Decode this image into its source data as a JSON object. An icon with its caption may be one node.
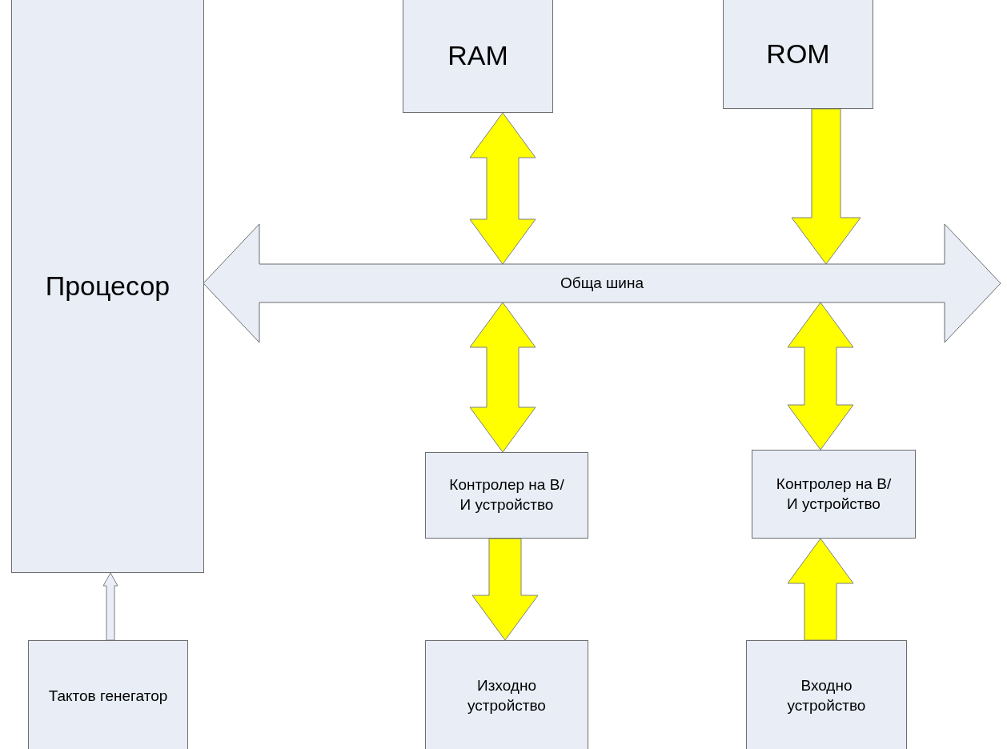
{
  "diagram": {
    "nodes": [
      {
        "text": [
          "Процесор"
        ]
      },
      {
        "text": [
          "RAM"
        ]
      },
      {
        "text": [
          "ROM"
        ]
      },
      {
        "text": [
          "Обща шина"
        ]
      },
      {
        "text": [
          "Контролер на В/И устройство"
        ]
      },
      {
        "text": [
          "Контролер на В/И устройство"
        ]
      },
      {
        "text": [
          "Тактов генегатор"
        ]
      },
      {
        "text": [
          "Изходно устройство"
        ]
      },
      {
        "text": [
          "Входно устройство"
        ]
      }
    ],
    "edges": [
      {
        "from": 1,
        "to": 3,
        "arrow": "both"
      },
      {
        "from": 2,
        "to": 3,
        "arrow": "to"
      },
      {
        "from": 3,
        "to": 4,
        "arrow": "both"
      },
      {
        "from": 3,
        "to": 5,
        "arrow": "both"
      },
      {
        "from": 4,
        "to": 7,
        "arrow": "to"
      },
      {
        "from": 8,
        "to": 5,
        "arrow": "to"
      },
      {
        "from": 6,
        "to": 0,
        "arrow": "to",
        "color": "#e9eef7"
      }
    ]
  }
}
